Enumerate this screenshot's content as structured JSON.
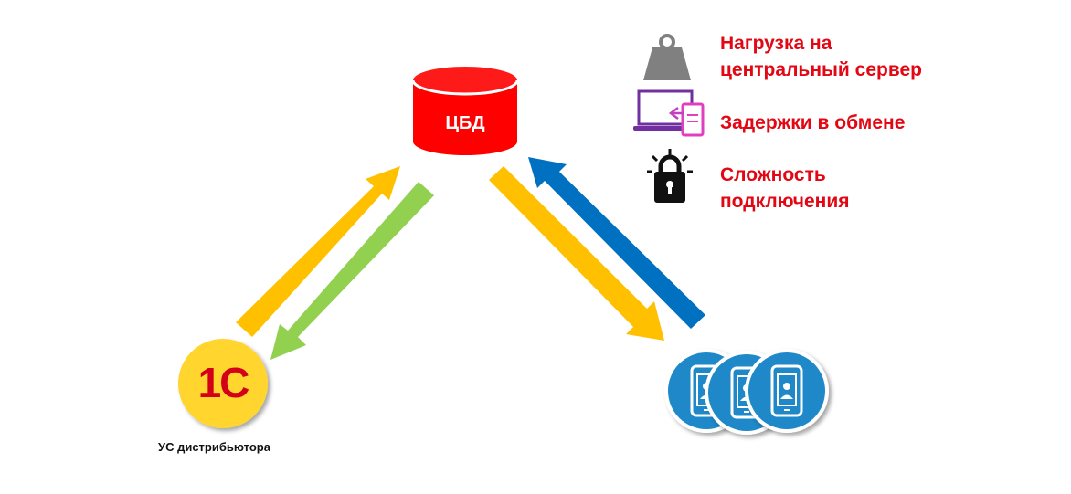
{
  "database": {
    "label": "ЦБД"
  },
  "distributor": {
    "logo_text": "1С",
    "caption": "УС дистрибьютора"
  },
  "legend": {
    "load": "Нагрузка на центральный сервер",
    "delay": "Задержки в обмене",
    "complexity": "Сложность подключения"
  },
  "colors": {
    "accent_red": "#e30613",
    "arrow_yellow": "#ffc000",
    "arrow_green": "#92d050",
    "arrow_blue": "#0070c0",
    "mobile_blue": "#1e88c8",
    "onec_yellow": "#ffd52e"
  },
  "icons": [
    "weight-icon",
    "laptop-phone-icon",
    "padlock-icon",
    "mobile-device-icon"
  ]
}
